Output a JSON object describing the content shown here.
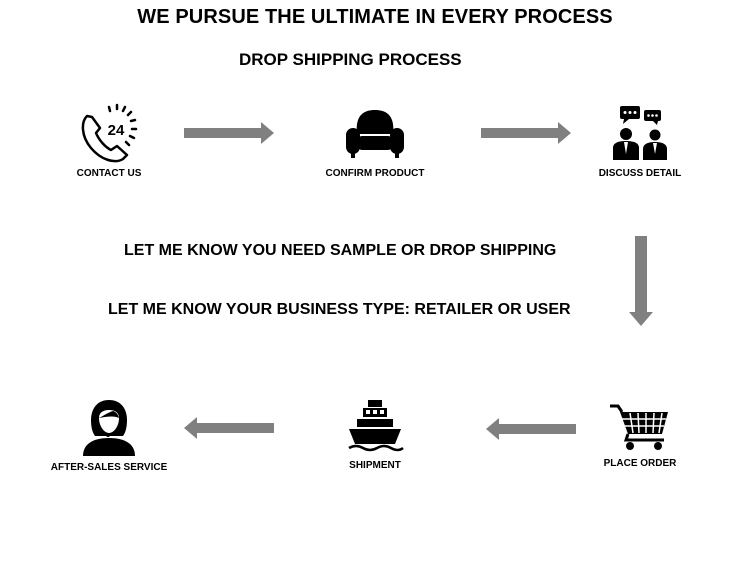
{
  "title": "WE PURSUE THE ULTIMATE IN EVERY PROCESS",
  "subtitle": "DROP SHIPPING PROCESS",
  "steps": [
    {
      "label": "CONTACT US",
      "icon": "phone-24-icon"
    },
    {
      "label": "CONFIRM PRODUCT",
      "icon": "sofa-icon"
    },
    {
      "label": "DISCUSS DETAIL",
      "icon": "meeting-icon"
    },
    {
      "label": "PLACE ORDER",
      "icon": "cart-icon"
    },
    {
      "label": "SHIPMENT",
      "icon": "ship-icon"
    },
    {
      "label": "AFTER-SALES SERVICE",
      "icon": "support-agent-icon"
    }
  ],
  "phone_badge": "24",
  "notes": {
    "line1": "LET ME KNOW YOU NEED SAMPLE OR DROP SHIPPING",
    "line2": "LET ME KNOW YOUR BUSINESS TYPE: RETAILER OR USER"
  },
  "colors": {
    "arrow": "#808080",
    "icon": "#000000"
  }
}
